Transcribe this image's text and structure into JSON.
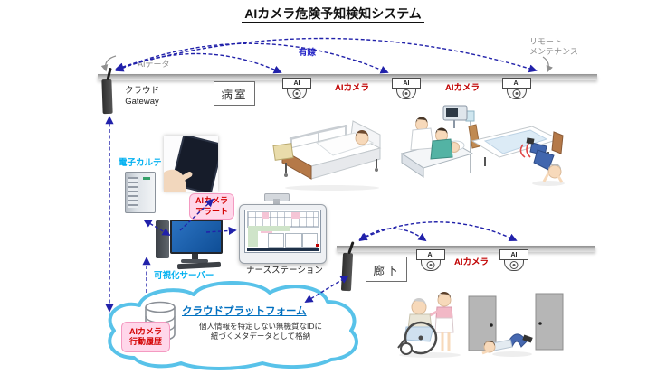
{
  "title": "AIカメラ危険予知検知システム",
  "top": {
    "ai_data": "AIデータ",
    "wired": "有線",
    "remote1": "リモート",
    "remote2": "メンテナンス"
  },
  "gateway": {
    "line1": "クラウド",
    "line2": "Gateway"
  },
  "badge": "AI",
  "ward": {
    "label": "病室",
    "camera_label": "AIカメラ"
  },
  "corridor": {
    "label": "廊下",
    "camera_label": "AIカメラ"
  },
  "devices": {
    "ehr": "電子カルテ",
    "vis_server": "可視化サーバー",
    "nurse_station": "ナースステーション"
  },
  "alert": {
    "line1": "AIカメラ",
    "line2": "アラート"
  },
  "cloud": {
    "title": "クラウドプラットフォーム",
    "note1": "個人情報を特定しない無機質なIDに",
    "note2": "紐づくメタデータとして格納",
    "hist1": "AIカメラ",
    "hist2": "行動履歴"
  },
  "colors": {
    "arrow_blue": "#2121aa",
    "camera_red": "#c00000",
    "cyan_label": "#00b0f0",
    "gray_label": "#8a8a8a",
    "wired_blue": "#2525c8",
    "pink_box_bg": "#ffd7ea",
    "pink_box_border": "#f49ac1",
    "cloud_stroke": "#58c2e9",
    "platform_blue": "#0070c0"
  }
}
